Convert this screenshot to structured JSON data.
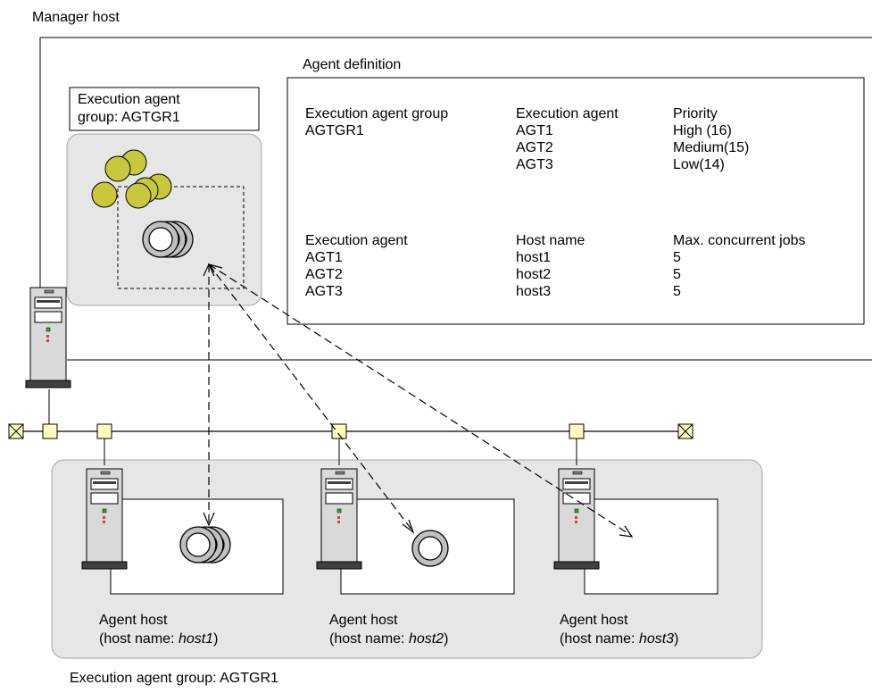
{
  "manager_host": {
    "label": "Manager host"
  },
  "execution_agent_group_box": {
    "line1": "Execution agent",
    "line2": "group: AGTGR1"
  },
  "agent_definition": {
    "title": "Agent definition",
    "table1": {
      "headers": [
        "Execution agent group",
        "Execution agent",
        "Priority"
      ],
      "group": "AGTGR1",
      "agents": [
        "AGT1",
        "AGT2",
        "AGT3"
      ],
      "priorities": [
        "High (16)",
        "Medium(15)",
        "Low(14)"
      ]
    },
    "table2": {
      "headers": [
        "Execution agent",
        "Host name",
        "Max. concurrent jobs"
      ],
      "agents": [
        "AGT1",
        "AGT2",
        "AGT3"
      ],
      "hosts": [
        "host1",
        "host2",
        "host3"
      ],
      "max_jobs": [
        "5",
        "5",
        "5"
      ]
    }
  },
  "agent_hosts": [
    {
      "title": "Agent host",
      "prefix": "(host name: ",
      "name": "host1",
      "suffix": ")"
    },
    {
      "title": "Agent host",
      "prefix": "(host name: ",
      "name": "host2",
      "suffix": ")"
    },
    {
      "title": "Agent host",
      "prefix": "(host name: ",
      "name": "host3",
      "suffix": ")"
    }
  ],
  "bottom_group_label": "Execution agent group: AGTGR1",
  "colors": {
    "group_fill": "#e6e6e6",
    "group_stroke": "#a6a6a6",
    "node_fill": "#ffffc0",
    "agent_icon_fill": "#c8c83c"
  }
}
